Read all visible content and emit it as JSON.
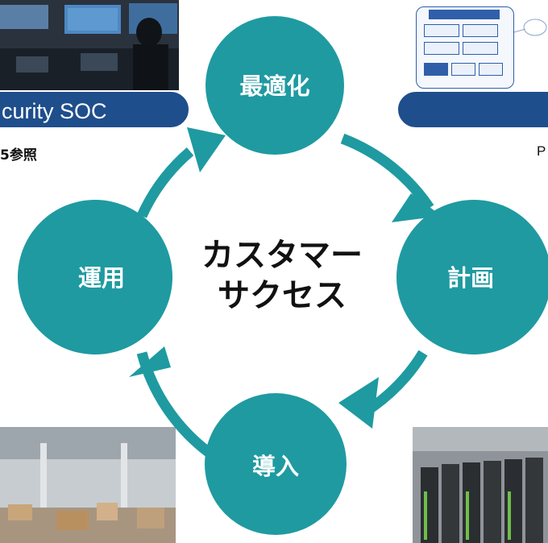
{
  "center": {
    "line1": "カスタマー",
    "line2": "サクセス"
  },
  "nodes": {
    "top": "最適化",
    "right": "計画",
    "bottom": "導入",
    "left": "運用"
  },
  "panels": {
    "top_left": {
      "banner": "curity SOC",
      "note": "5参照"
    },
    "top_right": {
      "banner": "",
      "note": "P"
    }
  },
  "colors": {
    "teal": "#1f9aa1",
    "banner_blue": "#1f4e8c"
  }
}
